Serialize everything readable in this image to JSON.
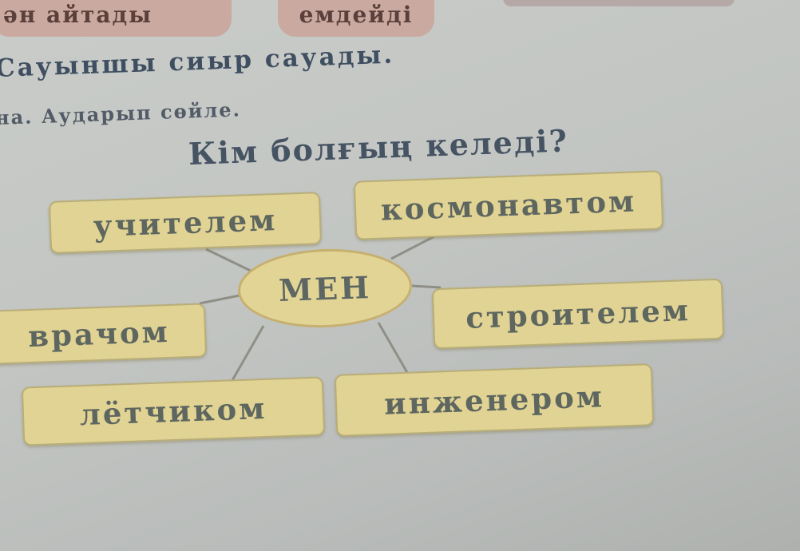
{
  "header": {
    "tab_left": "ән айтады",
    "tab_middle": "емдейді"
  },
  "sentence": "Сауыншы сиыр сауады.",
  "instruction": "на. Аударып сөйле.",
  "title": "Кім болғың келеді?",
  "diagram": {
    "center": "МЕН",
    "nodes": {
      "teacher": "учителем",
      "cosmonaut": "космонавтом",
      "doctor": "врачом",
      "builder": "строителем",
      "pilot": "лётчиком",
      "engineer": "инженером"
    }
  }
}
